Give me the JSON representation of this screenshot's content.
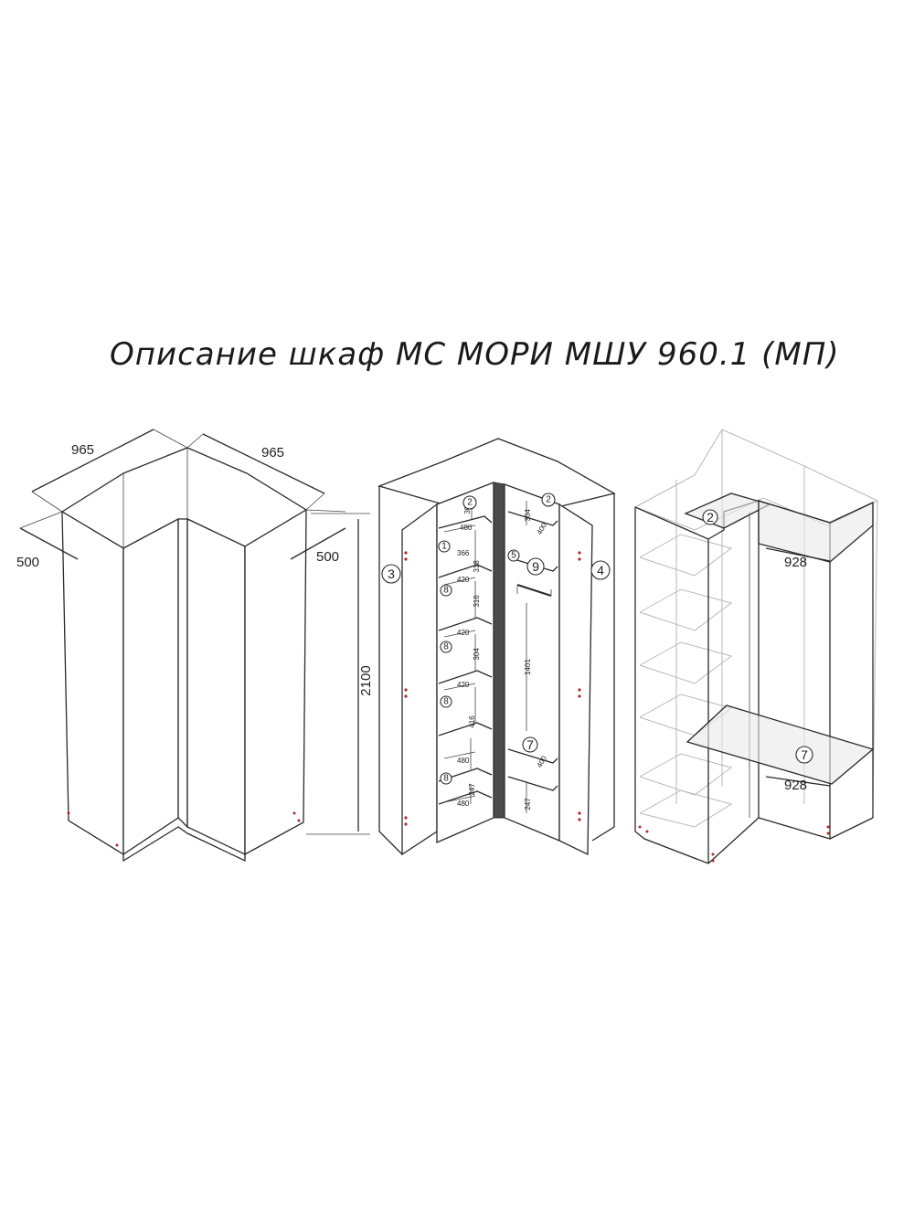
{
  "title": "Описание шкаф МС МОРИ МШУ 960.1 (МП)",
  "dimensions": {
    "width_left": "965",
    "width_right": "965",
    "depth_left": "500",
    "depth_right": "500",
    "height": "2100",
    "hanger_rod": "928",
    "shelf": "928"
  },
  "interior_dims": {
    "left": [
      "304",
      "480",
      "366",
      "318",
      "420",
      "316",
      "420",
      "304",
      "420",
      "416",
      "480",
      "247",
      "480"
    ],
    "right": [
      "304",
      "400",
      "1401",
      "400",
      "247"
    ]
  },
  "positions": {
    "door_left": "3",
    "door_right": "4",
    "shelf_top": "2",
    "rod": "9",
    "shelf_bottom": "7",
    "shelf_mid": "8",
    "top_left": "1",
    "right_top": "5"
  }
}
